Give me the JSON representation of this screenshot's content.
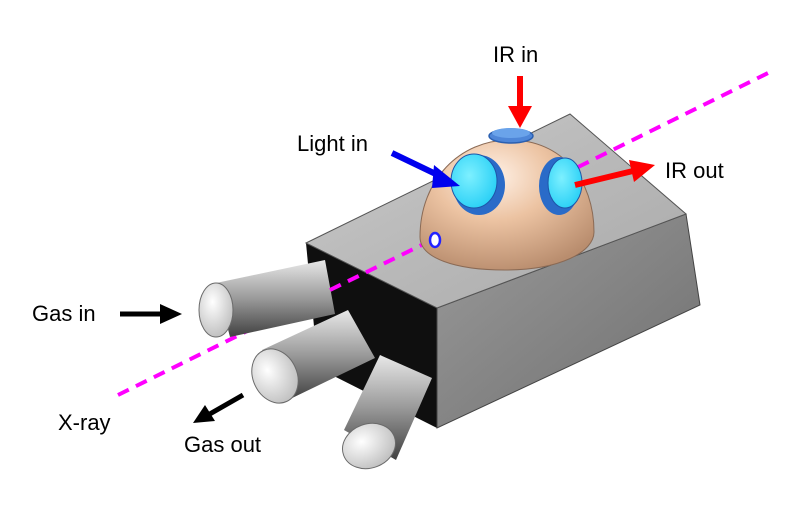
{
  "labels": {
    "ir_in": "IR in",
    "ir_out": "IR out",
    "light_in": "Light in",
    "gas_in": "Gas in",
    "gas_out": "Gas out",
    "xray": "X-ray"
  },
  "colors": {
    "block_top": "#b9b9b9",
    "block_side": "#8a8a8a",
    "block_front": "#101010",
    "dome": "#e8bc98",
    "window": "#33ddff",
    "window_rim": "#2a6bc8",
    "xray_beam": "#ff00ff",
    "ir_arrow": "#ff0000",
    "light_arrow": "#0000ee",
    "gas_arrow": "#000000",
    "pipe": "#9a9a9a"
  }
}
